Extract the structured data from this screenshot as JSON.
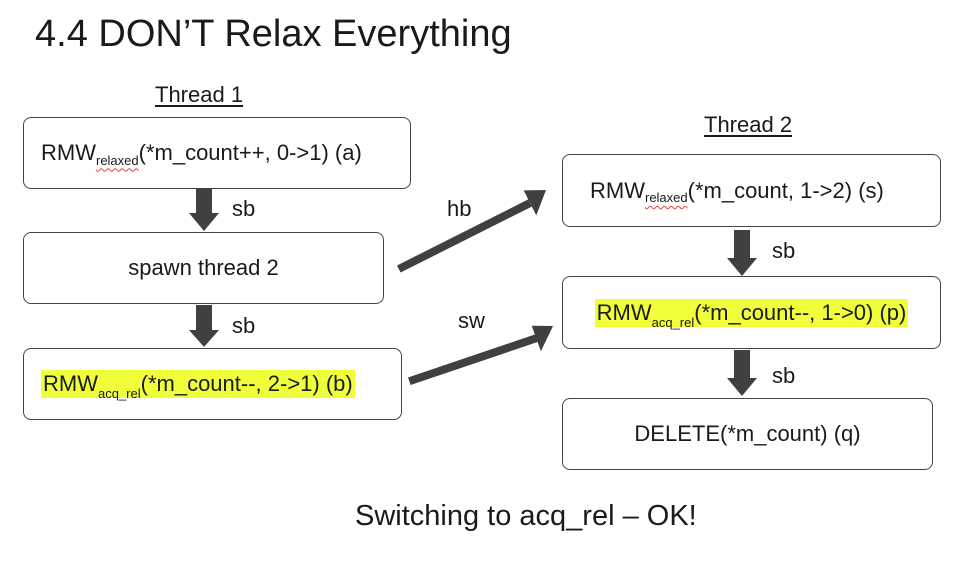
{
  "slide": {
    "title": "4.4 DON’T Relax Everything",
    "footer": "Switching to acq_rel – OK!"
  },
  "thread1": {
    "label": "Thread 1",
    "boxes": [
      {
        "op": "RMW",
        "order": "relaxed",
        "args": "(*m_count++, 0->1) (a)"
      },
      {
        "text": "spawn thread 2"
      },
      {
        "op": "RMW",
        "order": "acq_rel",
        "args": "(*m_count--, 2->1) (b)"
      }
    ]
  },
  "thread2": {
    "label": "Thread 2",
    "boxes": [
      {
        "op": "RMW",
        "order": "relaxed",
        "args": "(*m_count, 1->2) (s)"
      },
      {
        "op": "RMW",
        "order": "acq_rel",
        "args": "(*m_count--, 1->0) (p)"
      },
      {
        "text": "DELETE(*m_count) (q)"
      }
    ]
  },
  "edges": {
    "sb": "sb",
    "hb": "hb",
    "sw": "sw"
  },
  "colors": {
    "highlight": "#f0ff3a",
    "arrow": "#404040",
    "border": "#444444",
    "spellcheck_underline": "#e04040"
  }
}
